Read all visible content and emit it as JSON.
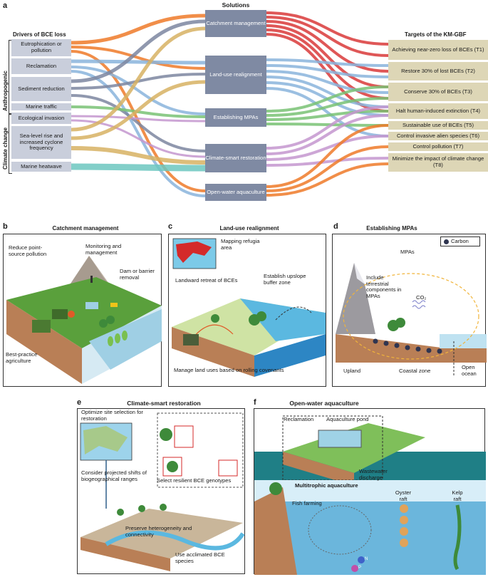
{
  "panel_a": {
    "letter": "a",
    "solutions_header": "Solutions",
    "drivers_header": "Drivers of BCE loss",
    "targets_header": "Targets of the KM-GBF",
    "group_anthropogenic": "Anthropogenic",
    "group_climate": "Climate change",
    "drivers": [
      "Eutrophication or pollution",
      "Reclamation",
      "Sediment reduction",
      "Marine traffic",
      "Ecological invasion",
      "Sea-level rise and increased cyclone frequency",
      "Marine heatwave"
    ],
    "solutions": [
      "Catchment management",
      "Land-use realignment",
      "Establishing MPAs",
      "Climate-smart restoration",
      "Open-water aquaculture"
    ],
    "targets": [
      "Achieving near-zero loss of BCEs (T1)",
      "Restore 30% of lost BCEs (T2)",
      "Conserve 30% of BCEs (T3)",
      "Halt human-induced extinction (T4)",
      "Sustainable use of BCEs (T5)",
      "Control invasive alien species (T6)",
      "Control pollution (T7)",
      "Minimize the impact of climate change (T8)"
    ],
    "colors": {
      "catchment": "#d93a3a",
      "landuse": "#8ab4dc",
      "mpas": "#79c274",
      "restoration": "#c496cf",
      "aquaculture": "#ef7a29",
      "driver_box": "#c9cedb",
      "solution_box": "#7f8aa3",
      "target_box": "#ddd6b6",
      "eutrophication": "#ef7a29",
      "reclamation": "#8ab4dc",
      "sediment": "#7c86a0",
      "marine_traffic": "#79c274",
      "invasion": "#c496cf",
      "sea_level": "#d7b263",
      "heatwave": "#6cc7c0"
    }
  },
  "panel_b": {
    "letter": "b",
    "title": "Catchment management",
    "labels": [
      "Reduce point-source pollution",
      "Monitoring and management",
      "Dam or barrier removal",
      "Best-practice agriculture"
    ]
  },
  "panel_c": {
    "letter": "c",
    "title": "Land-use realignment",
    "labels": [
      "Mapping refugia area",
      "Landward retreat of BCEs",
      "Establish upslope buffer zone",
      "Manage land uses based on rolling covenants"
    ]
  },
  "panel_d": {
    "letter": "d",
    "title": "Establishing MPAs",
    "legend": "Carbon",
    "labels": [
      "MPAs",
      "Include terrestrial components in MPAs",
      "CO₂",
      "Upland",
      "Coastal zone",
      "Open ocean"
    ]
  },
  "panel_e": {
    "letter": "e",
    "title": "Climate-smart restoration",
    "labels": [
      "Optimize site selection for restoration",
      "Consider projected shifts of biogeographical ranges",
      "Select resilient BCE genotypes",
      "Preserve heterogeneity and connectivity",
      "Use acclimated BCE species"
    ]
  },
  "panel_f": {
    "letter": "f",
    "title": "Open-water aquaculture",
    "labels": [
      "Reclamation",
      "Aquaculture pond",
      "Wastewater discharge",
      "Multitrophic aquaculture",
      "Fish farming",
      "Oyster raft",
      "Kelp raft",
      "N",
      "P"
    ]
  }
}
